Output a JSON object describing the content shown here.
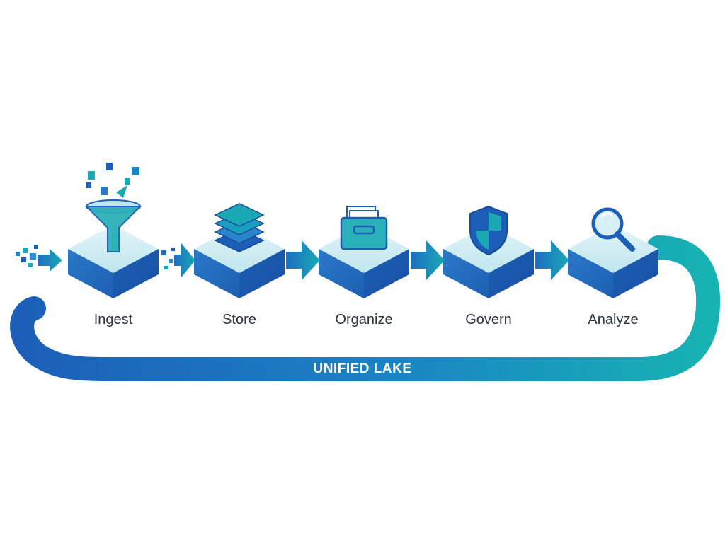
{
  "stages": [
    {
      "label": "Ingest",
      "icon": "funnel-icon"
    },
    {
      "label": "Store",
      "icon": "stacked-layers-icon"
    },
    {
      "label": "Organize",
      "icon": "file-drawer-icon"
    },
    {
      "label": "Govern",
      "icon": "shield-icon"
    },
    {
      "label": "Analyze",
      "icon": "magnifier-icon"
    }
  ],
  "band": {
    "label": "UNIFIED LAKE"
  },
  "colors": {
    "blue": "#1d5fb8",
    "teal": "#19a8b4",
    "light": "#c9ebf2"
  }
}
